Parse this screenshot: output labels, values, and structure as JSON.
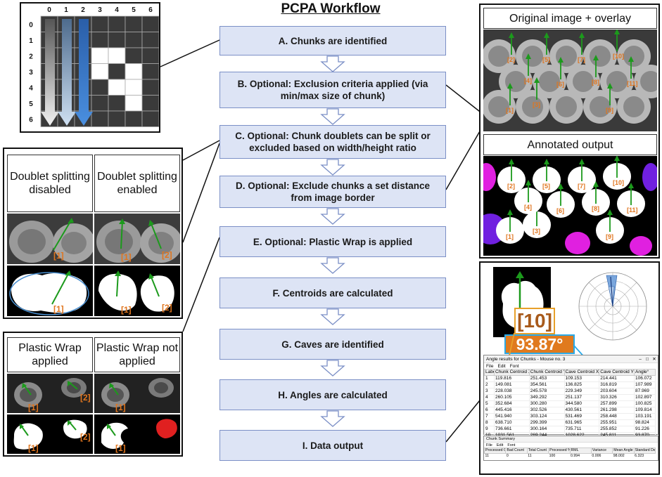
{
  "title": "PCPA Workflow",
  "steps": [
    "A. Chunks are identified",
    "B. Optional: Exclusion criteria applied (via min/max size of chunk)",
    "C. Optional: Chunk doublets can be split or excluded based on width/height ratio",
    "D. Optional: Exclude chunks a set distance from image border",
    "E. Optional: Plastic Wrap is applied",
    "F. Centroids are calculated",
    "G. Caves are identified",
    "H. Angles are calculated",
    "I. Data output"
  ],
  "grid_panel": {
    "col_labels": [
      "0",
      "1",
      "2",
      "3",
      "4",
      "5",
      "6"
    ],
    "row_labels": [
      "0",
      "1",
      "2",
      "3",
      "4",
      "5",
      "6"
    ],
    "filled_cells": [
      [
        2,
        3
      ],
      [
        2,
        4
      ],
      [
        3,
        3
      ],
      [
        3,
        5
      ],
      [
        4,
        4
      ],
      [
        4,
        5
      ],
      [
        5,
        5
      ]
    ]
  },
  "doublet_panel": {
    "disabled": "Doublet splitting disabled",
    "enabled": "Doublet splitting enabled",
    "labels": [
      "[1]",
      "[1]",
      "[2]",
      "[1]",
      "[1]",
      "[2]"
    ]
  },
  "wrap_panel": {
    "applied": "Plastic Wrap applied",
    "not_applied": "Plastic Wrap not applied",
    "labels": [
      "[1]",
      "[2]",
      "[1]",
      "[1]",
      "[2]",
      "[1]"
    ]
  },
  "overlay_panel": {
    "original_title": "Original image + overlay",
    "annotated_title": "Annotated output",
    "chunk_labels": [
      "[1]",
      "[2]",
      "[3]",
      "[4]",
      "[5]",
      "[6]",
      "[7]",
      "[8]",
      "[9]",
      "[10]",
      "[11]"
    ]
  },
  "output_panel": {
    "big_label": "[10]",
    "big_angle": "93.87°",
    "results_window": {
      "title": "Angle results for Chunks - Mouse no. 3",
      "menu": [
        "File",
        "Edit",
        "Font"
      ],
      "headers": [
        "Label",
        "Chunk Centroid X",
        "Chunk Centroid Y",
        "Cave Centroid X",
        "Cave Centroid Y",
        "Angle°"
      ],
      "rows": [
        [
          "1",
          "119.816",
          "251.453",
          "109.153",
          "214.441",
          "106.072"
        ],
        [
          "2",
          "149.081",
          "354.561",
          "136.825",
          "316.819",
          "107.989"
        ],
        [
          "3",
          "228.038",
          "245.578",
          "229.349",
          "203.604",
          "87.969"
        ],
        [
          "4",
          "260.105",
          "349.292",
          "251.137",
          "310.326",
          "102.897"
        ],
        [
          "5",
          "352.684",
          "300.280",
          "344.580",
          "257.899",
          "100.825"
        ],
        [
          "6",
          "445.416",
          "302.526",
          "430.561",
          "261.298",
          "109.814"
        ],
        [
          "7",
          "541.940",
          "303.124",
          "531.469",
          "258.448",
          "103.191"
        ],
        [
          "8",
          "638.710",
          "299.399",
          "631.965",
          "255.951",
          "98.824"
        ],
        [
          "9",
          "736.661",
          "300.164",
          "735.711",
          "255.852",
          "91.226"
        ],
        [
          "10",
          "1031.561",
          "269.244",
          "1028.622",
          "245.811",
          "93.870"
        ]
      ]
    },
    "summary_window": {
      "title": "Chunk Summary",
      "menu": [
        "File",
        "Edit",
        "Font"
      ],
      "headers": [
        "Processed Count",
        "Bad Count",
        "Total Count",
        "Processed %",
        "RML",
        "Variance",
        "Mean Angle",
        "Standard Deviation"
      ],
      "row": [
        "11",
        "0",
        "11",
        "100",
        "0.994",
        "0.006",
        "98.002",
        "6.323"
      ]
    }
  }
}
